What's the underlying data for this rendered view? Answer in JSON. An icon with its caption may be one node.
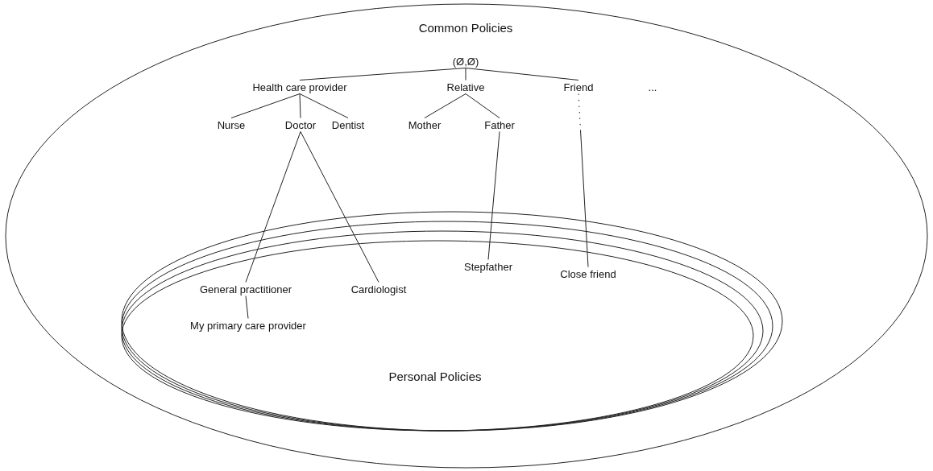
{
  "diagram": {
    "nodes": [
      {
        "text": [
          "Common Policies"
        ]
      },
      {
        "text": [
          "(Ø,Ø)"
        ],
        "in": 0
      },
      {
        "text": [
          "Health care provider"
        ],
        "in": 0
      },
      {
        "text": [
          "Relative"
        ],
        "in": 0
      },
      {
        "text": [
          "Friend"
        ],
        "in": 0
      },
      {
        "text": [
          "Nurse"
        ],
        "in": 0
      },
      {
        "text": [
          "Doctor"
        ],
        "in": 0
      },
      {
        "text": [
          "Dentist"
        ],
        "in": 0
      },
      {
        "text": [
          "Mother"
        ],
        "in": 0
      },
      {
        "text": [
          "Father"
        ],
        "in": 0
      },
      {
        "text": [
          "Personal Policies"
        ],
        "in": 0
      },
      {
        "text": [
          "General practitioner"
        ],
        "in": 10
      },
      {
        "text": [
          "Cardiologist"
        ],
        "in": 10
      },
      {
        "text": [
          "Stepfather"
        ],
        "in": 10
      },
      {
        "text": [
          "Close friend"
        ],
        "in": 10
      },
      {
        "text": [
          "My primary care provider"
        ],
        "in": 10
      }
    ],
    "edges": [
      {
        "from": 1,
        "to": 2,
        "arrow": "none"
      },
      {
        "from": 1,
        "to": 3,
        "arrow": "none"
      },
      {
        "from": 1,
        "to": 4,
        "arrow": "none"
      },
      {
        "from": 2,
        "to": 5,
        "arrow": "none"
      },
      {
        "from": 2,
        "to": 6,
        "arrow": "none"
      },
      {
        "from": 2,
        "to": 7,
        "arrow": "none"
      },
      {
        "from": 3,
        "to": 8,
        "arrow": "none"
      },
      {
        "from": 3,
        "to": 9,
        "arrow": "none"
      },
      {
        "from": 6,
        "to": 11,
        "arrow": "none"
      },
      {
        "from": 6,
        "to": 12,
        "arrow": "none"
      },
      {
        "from": 9,
        "to": 13,
        "arrow": "none"
      },
      {
        "from": 4,
        "to": 14,
        "arrow": "none",
        "style": "dashed"
      },
      {
        "from": 11,
        "to": 15,
        "arrow": "none"
      }
    ],
    "labels": [
      "..."
    ]
  }
}
